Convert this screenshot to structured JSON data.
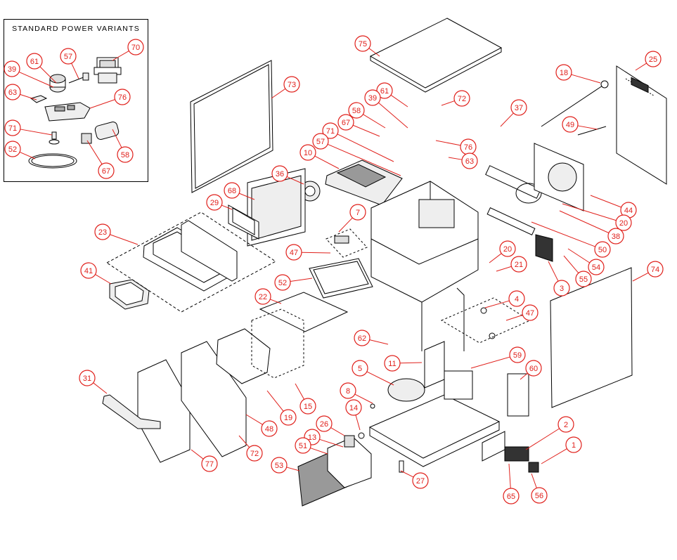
{
  "inset": {
    "title": "STANDARD POWER VARIANTS"
  },
  "colors": {
    "callout": "#e0201b",
    "line": "#000000",
    "background": "#ffffff"
  },
  "callouts": [
    {
      "id": "c70",
      "label": "70"
    },
    {
      "id": "c57a",
      "label": "57"
    },
    {
      "id": "c61a",
      "label": "61"
    },
    {
      "id": "c39a",
      "label": "39"
    },
    {
      "id": "c63a",
      "label": "63"
    },
    {
      "id": "c76a",
      "label": "76"
    },
    {
      "id": "c71a",
      "label": "71"
    },
    {
      "id": "c52a",
      "label": "52"
    },
    {
      "id": "c58a",
      "label": "58"
    },
    {
      "id": "c67a",
      "label": "67"
    },
    {
      "id": "c75",
      "label": "75"
    },
    {
      "id": "c73",
      "label": "73"
    },
    {
      "id": "c72a",
      "label": "72"
    },
    {
      "id": "c61b",
      "label": "61"
    },
    {
      "id": "c39b",
      "label": "39"
    },
    {
      "id": "c58b",
      "label": "58"
    },
    {
      "id": "c67b",
      "label": "67"
    },
    {
      "id": "c37",
      "label": "37"
    },
    {
      "id": "c76b",
      "label": "76"
    },
    {
      "id": "c71b",
      "label": "71"
    },
    {
      "id": "c57b",
      "label": "57"
    },
    {
      "id": "c63b",
      "label": "63"
    },
    {
      "id": "c10",
      "label": "10"
    },
    {
      "id": "c18",
      "label": "18"
    },
    {
      "id": "c25",
      "label": "25"
    },
    {
      "id": "c49",
      "label": "49"
    },
    {
      "id": "c36",
      "label": "36"
    },
    {
      "id": "c68",
      "label": "68"
    },
    {
      "id": "c29",
      "label": "29"
    },
    {
      "id": "c23",
      "label": "23"
    },
    {
      "id": "c7",
      "label": "7"
    },
    {
      "id": "c47a",
      "label": "47"
    },
    {
      "id": "c41",
      "label": "41"
    },
    {
      "id": "c52b",
      "label": "52"
    },
    {
      "id": "c44",
      "label": "44"
    },
    {
      "id": "c20a",
      "label": "20"
    },
    {
      "id": "c38",
      "label": "38"
    },
    {
      "id": "c50",
      "label": "50"
    },
    {
      "id": "c20b",
      "label": "20"
    },
    {
      "id": "c21",
      "label": "21"
    },
    {
      "id": "c54",
      "label": "54"
    },
    {
      "id": "c55a",
      "label": "55"
    },
    {
      "id": "c3",
      "label": "3"
    },
    {
      "id": "c74",
      "label": "74"
    },
    {
      "id": "c22",
      "label": "22"
    },
    {
      "id": "c4",
      "label": "4"
    },
    {
      "id": "c47b",
      "label": "47"
    },
    {
      "id": "c62",
      "label": "62"
    },
    {
      "id": "c11",
      "label": "11"
    },
    {
      "id": "c59",
      "label": "59"
    },
    {
      "id": "c60",
      "label": "60"
    },
    {
      "id": "c31",
      "label": "31"
    },
    {
      "id": "c5",
      "label": "5"
    },
    {
      "id": "c8",
      "label": "8"
    },
    {
      "id": "c15",
      "label": "15"
    },
    {
      "id": "c19",
      "label": "19"
    },
    {
      "id": "c48",
      "label": "48"
    },
    {
      "id": "c14",
      "label": "14"
    },
    {
      "id": "c26",
      "label": "26"
    },
    {
      "id": "c13",
      "label": "13"
    },
    {
      "id": "c2",
      "label": "2"
    },
    {
      "id": "c1",
      "label": "1"
    },
    {
      "id": "c72b",
      "label": "72"
    },
    {
      "id": "c77",
      "label": "77"
    },
    {
      "id": "c51",
      "label": "51"
    },
    {
      "id": "c53",
      "label": "53"
    },
    {
      "id": "c27",
      "label": "27"
    },
    {
      "id": "c65",
      "label": "65"
    },
    {
      "id": "c56",
      "label": "56"
    }
  ]
}
